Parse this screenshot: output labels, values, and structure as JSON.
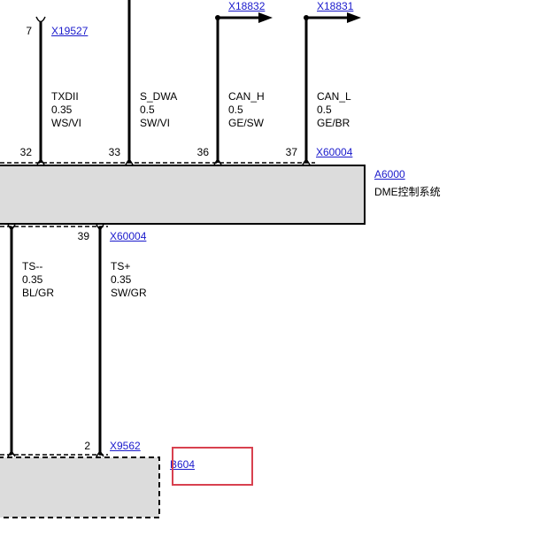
{
  "top_wires": [
    {
      "pin": "32",
      "signal": "TXDII",
      "gauge": "0.35",
      "color": "WS/VI",
      "end_pin": "7",
      "end_connector": "X19527"
    },
    {
      "pin": "33",
      "signal": "S_DWA",
      "gauge": "0.5",
      "color": "SW/VI"
    },
    {
      "pin": "36",
      "signal": "CAN_H",
      "gauge": "0.5",
      "color": "GE/SW",
      "end_connector": "X18832"
    },
    {
      "pin": "37",
      "signal": "CAN_L",
      "gauge": "0.5",
      "color": "GE/BR",
      "end_connector": "X18831"
    }
  ],
  "top_connector": "X60004",
  "module": {
    "id": "A6000",
    "name": "DME控制系统"
  },
  "bottom_wires": [
    {
      "signal": "TS--",
      "gauge": "0.35",
      "color": "BL/GR"
    },
    {
      "pin": "39",
      "signal": "TS+",
      "gauge": "0.35",
      "color": "SW/GR"
    }
  ],
  "bottom_connector": "X60004",
  "sensor": {
    "pin": "2",
    "connector": "X9562",
    "id": "B604"
  },
  "colors": {
    "link": "#1a1acc",
    "module_fill": "#dcdcdc",
    "highlight": "#d8414f"
  }
}
